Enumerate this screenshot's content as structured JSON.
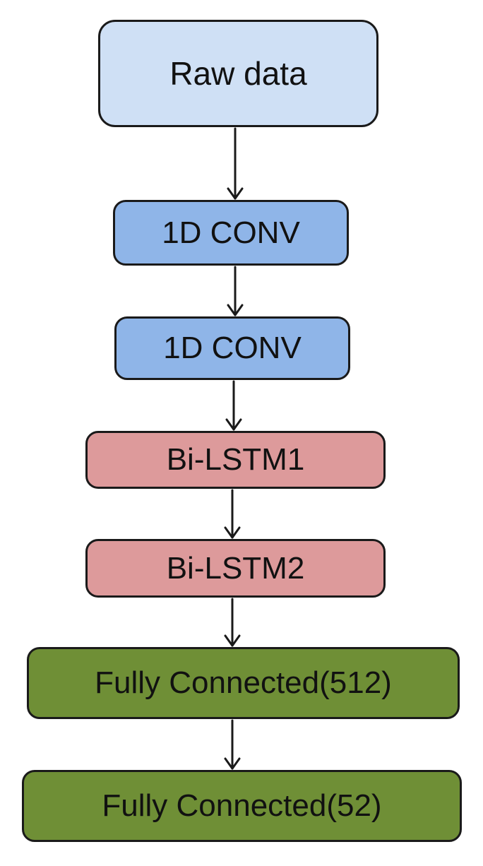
{
  "diagram": {
    "nodes": [
      {
        "label": "Raw data",
        "fill": "#cfe0f5"
      },
      {
        "label": "1D CONV",
        "fill": "#8fb5e8"
      },
      {
        "label": "1D CONV",
        "fill": "#8fb5e8"
      },
      {
        "label": "Bi-LSTM1",
        "fill": "#dd9a9b"
      },
      {
        "label": "Bi-LSTM2",
        "fill": "#dd9a9b"
      },
      {
        "label": "Fully Connected(512)",
        "fill": "#6f8f36"
      },
      {
        "label": "Fully Connected(52)",
        "fill": "#6f8f36"
      }
    ]
  }
}
